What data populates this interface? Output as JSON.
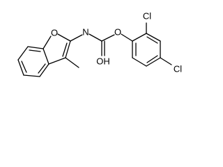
{
  "atoms": {
    "ring_oxygen": "O",
    "nitrogen": "N",
    "ester_oxygen": "O",
    "hydroxyl": "OH",
    "chlorine_ortho": "Cl",
    "chlorine_para": "Cl"
  }
}
